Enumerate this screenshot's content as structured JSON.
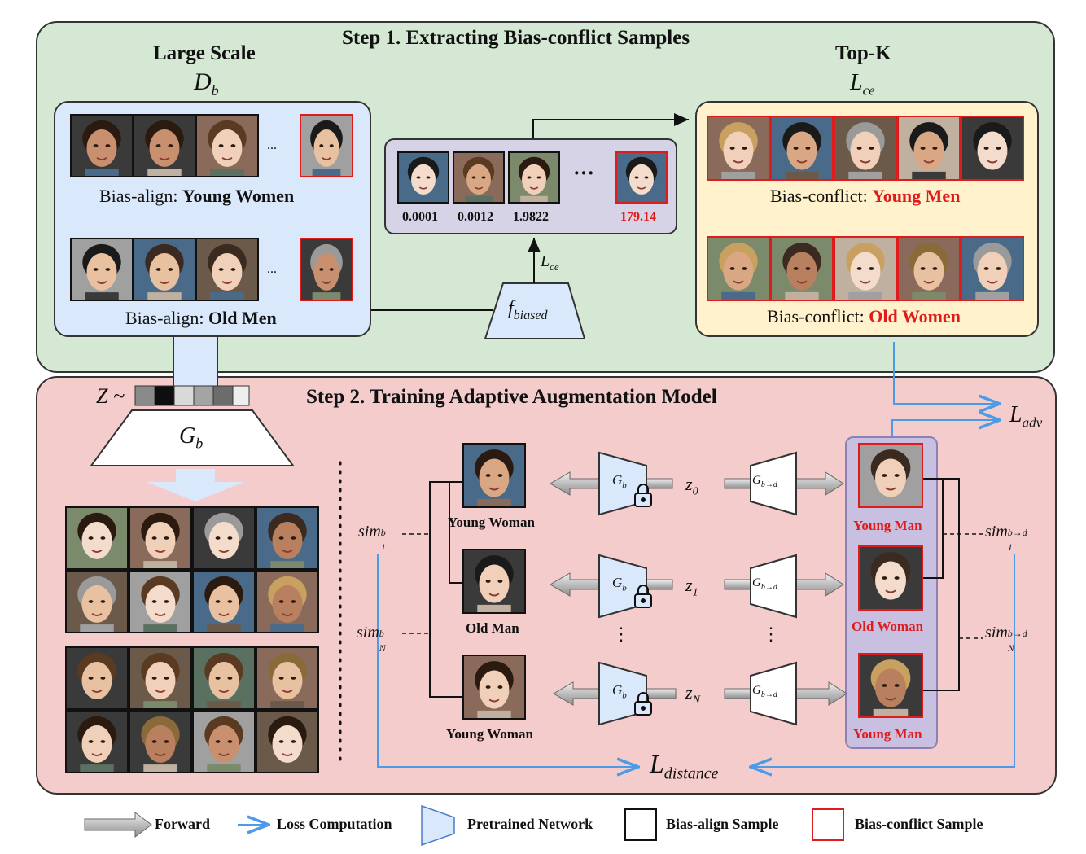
{
  "step1": {
    "title": "Step 1. Extracting Bias-conflict Samples",
    "left_heading": "Large Scale",
    "left_symbol_base": "D",
    "left_symbol_sub": "b",
    "left_row1_prefix": "Bias-align: ",
    "left_row1_bold": "Young Women",
    "left_row2_prefix": "Bias-align: ",
    "left_row2_bold": "Old Men",
    "ellipsis_small": "...",
    "scores": [
      "0.0001",
      "0.0012",
      "1.9822",
      "179.14"
    ],
    "ellipsis_mid": "···",
    "loss_base": "L",
    "loss_sub": "ce",
    "model_base": "f",
    "model_sub": "biased",
    "right_heading": "Top-K",
    "right_symbol_base": "L",
    "right_symbol_sub": "ce",
    "right_row1_prefix": "Bias-conflict: ",
    "right_row1_red": "Young Men",
    "right_row2_prefix": "Bias-conflict: ",
    "right_row2_red": "Old Women"
  },
  "step2": {
    "title": "Step 2. Training Adaptive Augmentation Model",
    "z_label": "Z ~",
    "gen_base": "G",
    "gen_sub": "b",
    "adv_base": "L",
    "adv_sub": "adv",
    "dist_base": "L",
    "dist_sub": "distance",
    "z_prefix": "z",
    "z_subs": [
      "0",
      "1",
      "N"
    ],
    "gbd_base": "G",
    "gbd_sub": "b→d",
    "gb_base": "G",
    "gb_sub": "b",
    "source_labels": [
      "Young Woman",
      "Old Man",
      "Young Woman"
    ],
    "target_labels": [
      "Young Man",
      "Old Woman",
      "Young Man"
    ],
    "sim_base": "sim",
    "sim_b_sup": "b",
    "sim_bd_sup": "b→d",
    "sim_sub_1": "1",
    "sim_sub_n": "N",
    "vdots": "⋮"
  },
  "legend": {
    "forward": "Forward",
    "loss": "Loss Computation",
    "pretrained": "Pretrained Network",
    "bias_align": "Bias-align Sample",
    "bias_conflict": "Bias-conflict Sample"
  },
  "colors": {
    "step1_bg": "#d5e8d4",
    "step2_bg": "#f4cccc",
    "blue_box": "#dae8fc",
    "yellow_box": "#fff2cc",
    "purple_box": "#d6d3e6",
    "loss_blue": "#4b9be8",
    "red": "#e01b1b"
  }
}
